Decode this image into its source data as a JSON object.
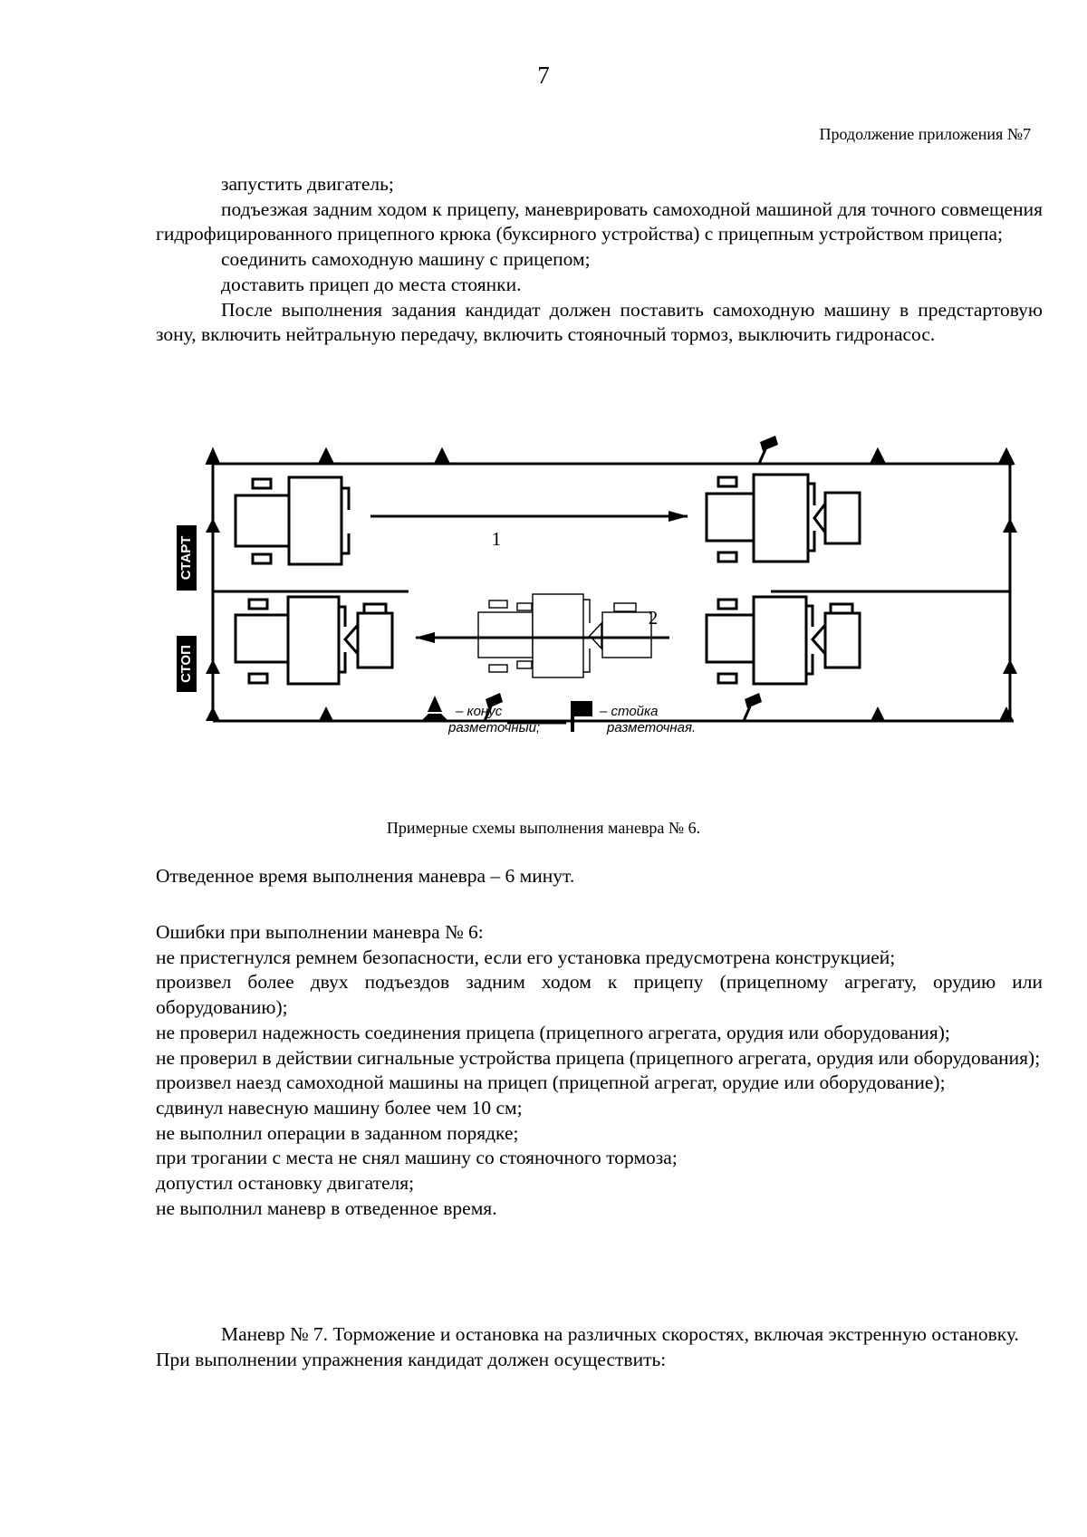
{
  "page_number": "7",
  "header": "Продолжение приложения №7",
  "top_lines": [
    "запустить двигатель;",
    "подъезжая задним ходом к прицепу, маневрировать самоходной машиной для точного совмещения гидрофицированного прицепного крюка (буксирного устройства) с прицепным устройством прицепа;",
    "соединить самоходную машину с прицепом;",
    "доставить прицеп до места стоянки.",
    "После выполнения задания кандидат должен поставить самоходную машину в предстартовую зону, включить нейтральную передачу, включить стояночный тормоз, выключить гидронасос."
  ],
  "diagram": {
    "start_label": "СТАРТ",
    "stop_label": "СТОП",
    "route_1": "1",
    "route_2": "2",
    "legend_cone_line1": "– конус",
    "legend_cone_line2": "разметочный;",
    "legend_post_line1": "– стойка",
    "legend_post_line2": "разметочная."
  },
  "caption": "Примерные схемы выполнения маневра № 6.",
  "time_allotted": "Отведенное время выполнения маневра – 6 минут.",
  "errors_title": "Ошибки при выполнении маневра № 6:",
  "errors": [
    "не пристегнулся ремнем безопасности, если его установка предусмотрена конструкцией;",
    "произвел более двух подъездов задним ходом к прицепу (прицепному агрегату, орудию или оборудованию);",
    "не проверил надежность соединения прицепа (прицепного агрегата, орудия или оборудования);",
    "не проверил в действии сигнальные устройства прицепа (прицепного агрегата, орудия или оборудования);",
    "произвел наезд самоходной машины на прицеп (прицепной агрегат, орудие или оборудование);",
    "сдвинул навесную машину более чем 10 см;",
    "не выполнил операции в заданном порядке;",
    "при трогании с места не снял машину со стояночного тормоза;",
    "допустил остановку двигателя;",
    "не выполнил маневр в отведенное время."
  ],
  "maneuver7_title": "Маневр № 7. Торможение и остановка на различных скоростях, включая экстренную остановку.",
  "maneuver7_intro": "При выполнении упражнения кандидат должен осуществить:"
}
